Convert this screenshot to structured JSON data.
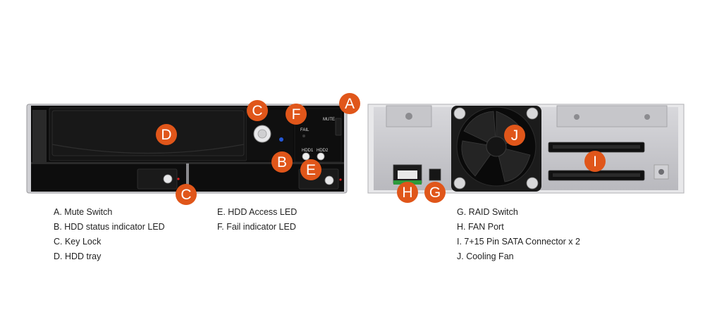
{
  "colors": {
    "callout": "#e0561a",
    "front_body": "#0b0b0b",
    "rear_panel": "#c9c9cd",
    "fan_housing": "#1b1b1b",
    "connector_green": "#2d9a3c"
  },
  "front_panel": {
    "fail_label": "FAIL",
    "mute_label": "MUTE",
    "hdd1_label": "HDD1",
    "hdd2_label": "HDD2"
  },
  "callouts": {
    "front": [
      "A",
      "B",
      "C",
      "C",
      "D",
      "E",
      "F"
    ],
    "rear": [
      "G",
      "H",
      "I",
      "J"
    ]
  },
  "legend": {
    "front_col1": [
      "A. Mute Switch",
      "B. HDD status indicator LED",
      "C. Key Lock",
      "D. HDD tray"
    ],
    "front_col2": [
      "E. HDD Access LED",
      "F. Fail indicator LED"
    ],
    "rear_col1": [
      "G. RAID Switch",
      "H. FAN Port",
      "I.  7+15 Pin SATA Connector x 2",
      "J. Cooling Fan"
    ]
  }
}
